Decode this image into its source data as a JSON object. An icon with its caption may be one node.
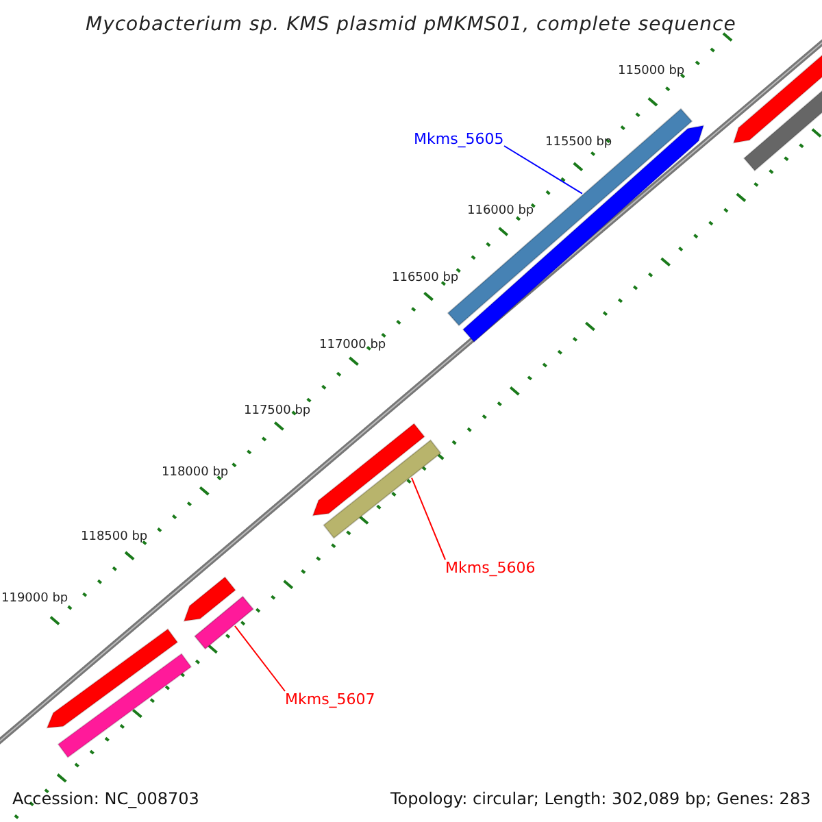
{
  "diagram": {
    "title": "Mycobacterium sp. KMS plasmid pMKMS01, complete sequence",
    "nodes": [
      {
        "text": [
          "Mkms_5605"
        ]
      },
      {
        "text": [],
        "shape": "bar"
      },
      {
        "text": [
          "Mkms_5606"
        ]
      },
      {
        "text": [],
        "shape": "bar"
      },
      {
        "text": [
          "Mkms_5607"
        ]
      },
      {
        "text": [],
        "shape": "bar"
      }
    ],
    "edges": [
      {
        "from": 0,
        "to": 1,
        "arrow": "none",
        "color": "#0000ff"
      },
      {
        "from": 2,
        "to": 3,
        "arrow": "none"
      },
      {
        "from": 4,
        "to": 5,
        "arrow": "none"
      }
    ],
    "labels": [
      "115000 bp",
      "115500 bp",
      "116000 bp",
      "116500 bp",
      "117000 bp",
      "117500 bp",
      "118000 bp",
      "118500 bp",
      "119000 bp",
      "Accession: NC_008703",
      "Topology: circular; Length: 302,089 bp; Genes: 283"
    ]
  }
}
